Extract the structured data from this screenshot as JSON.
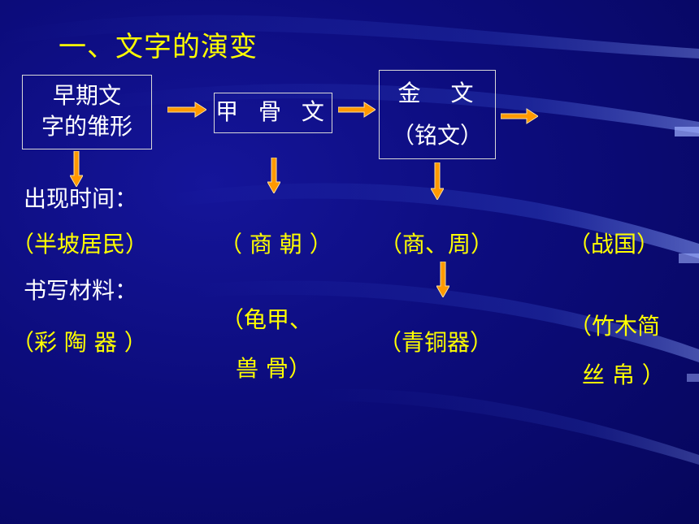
{
  "slide": {
    "title": "一、文字的演变",
    "stages": [
      {
        "line1": "早期文",
        "line2": "字的雏形"
      },
      {
        "line1": "甲 骨 文"
      },
      {
        "line1": "金 文",
        "line2": "（铭文）"
      }
    ],
    "labels": {
      "time": "出现时间：",
      "material": "书写材料："
    },
    "times": [
      "（半坡居民）",
      "（ 商 朝 ）",
      "（商、周）",
      "（战国）"
    ],
    "materials": [
      {
        "line1": "（彩 陶 器 ）"
      },
      {
        "line1": "（龟甲、",
        "line2": "兽 骨）"
      },
      {
        "line1": "（青铜器）"
      },
      {
        "line1": "（竹木简",
        "line2": "丝 帛 ）"
      }
    ],
    "colors": {
      "background": "#0c0c7c",
      "title_text": "#ffff00",
      "arrow_fill": "#ff9900",
      "highlight_text": "#ffff00"
    }
  }
}
